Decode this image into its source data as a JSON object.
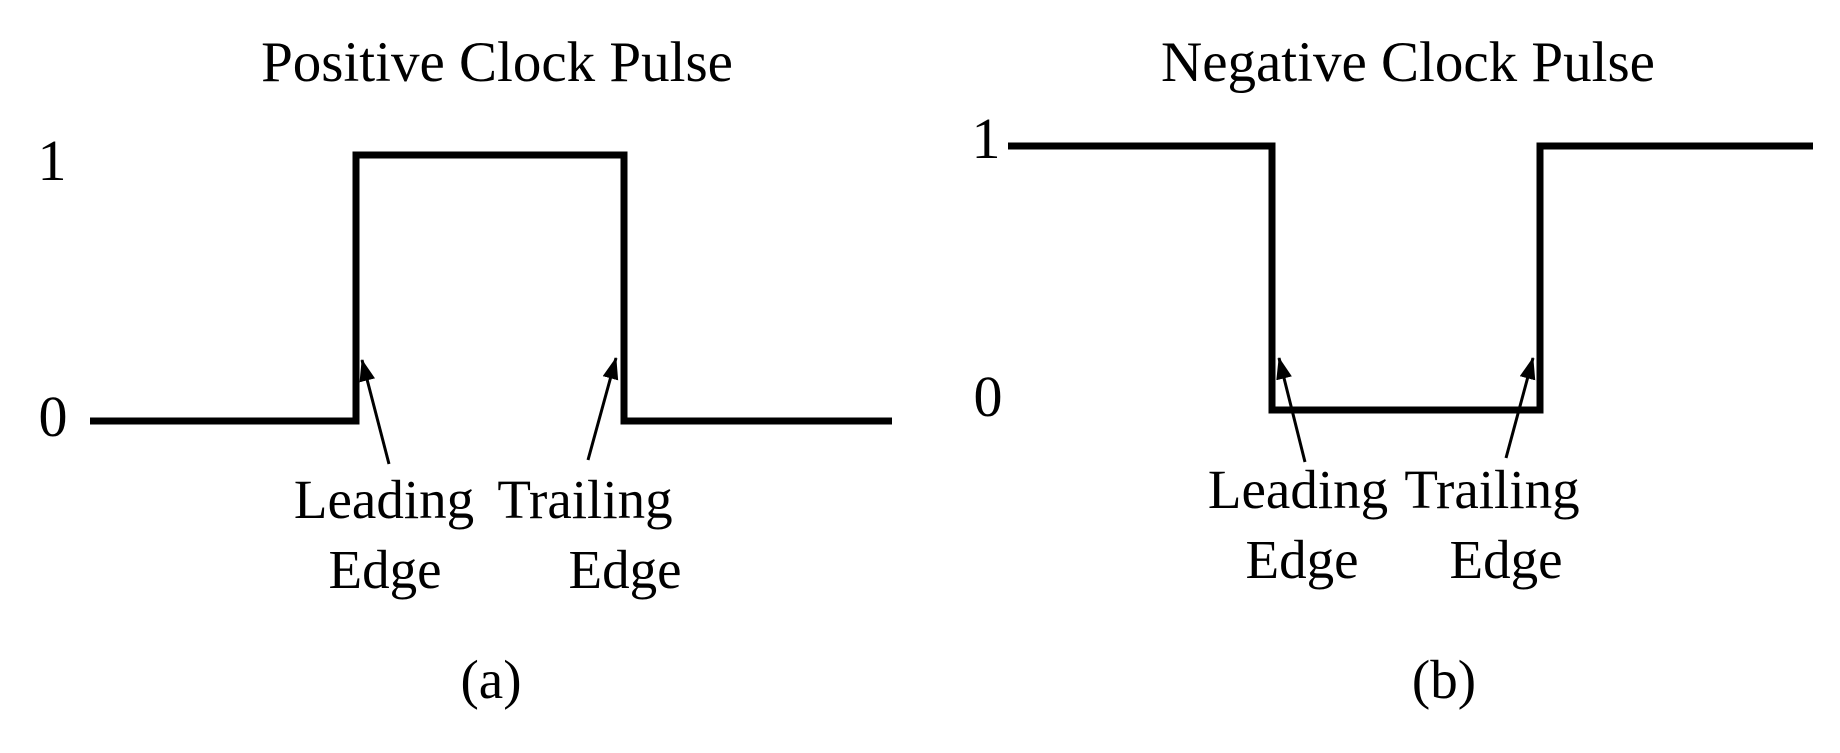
{
  "figure": {
    "description": "Clock pulse edge diagrams",
    "colors": {
      "ink": "#000000",
      "background": "#ffffff"
    }
  },
  "panels": [
    {
      "title": "Positive Clock Pulse",
      "caption": "(a)",
      "levels": {
        "high": "1",
        "low": "0"
      },
      "annotations": {
        "leading": {
          "line1": "Leading",
          "line2": "Edge"
        },
        "trailing": {
          "line1": "Trailing",
          "line2": "Edge"
        }
      },
      "waveform": {
        "type": "positive-pulse",
        "level_sequence": [
          0,
          1,
          0
        ],
        "stroke_width": 7,
        "points": [
          [
            90,
            421
          ],
          [
            356,
            421
          ],
          [
            356,
            155
          ],
          [
            624,
            155
          ],
          [
            624,
            421
          ],
          [
            892,
            421
          ]
        ],
        "arrows": [
          {
            "target": "leading-edge",
            "from": [
              389,
              464
            ],
            "to": [
              362,
              360
            ]
          },
          {
            "target": "trailing-edge",
            "from": [
              588,
              460
            ],
            "to": [
              616,
              358
            ]
          }
        ]
      }
    },
    {
      "title": "Negative Clock Pulse",
      "caption": "(b)",
      "levels": {
        "high": "1",
        "low": "0"
      },
      "annotations": {
        "leading": {
          "line1": "Leading",
          "line2": "Edge"
        },
        "trailing": {
          "line1": "Trailing",
          "line2": "Edge"
        }
      },
      "waveform": {
        "type": "negative-pulse",
        "level_sequence": [
          1,
          0,
          1
        ],
        "stroke_width": 7,
        "points": [
          [
            1008,
            146
          ],
          [
            1272,
            146
          ],
          [
            1272,
            410
          ],
          [
            1540,
            410
          ],
          [
            1540,
            146
          ],
          [
            1813,
            146
          ]
        ],
        "arrows": [
          {
            "target": "leading-edge",
            "from": [
              1305,
              462
            ],
            "to": [
              1279,
              358
            ]
          },
          {
            "target": "trailing-edge",
            "from": [
              1506,
              458
            ],
            "to": [
              1533,
              358
            ]
          }
        ]
      }
    }
  ]
}
